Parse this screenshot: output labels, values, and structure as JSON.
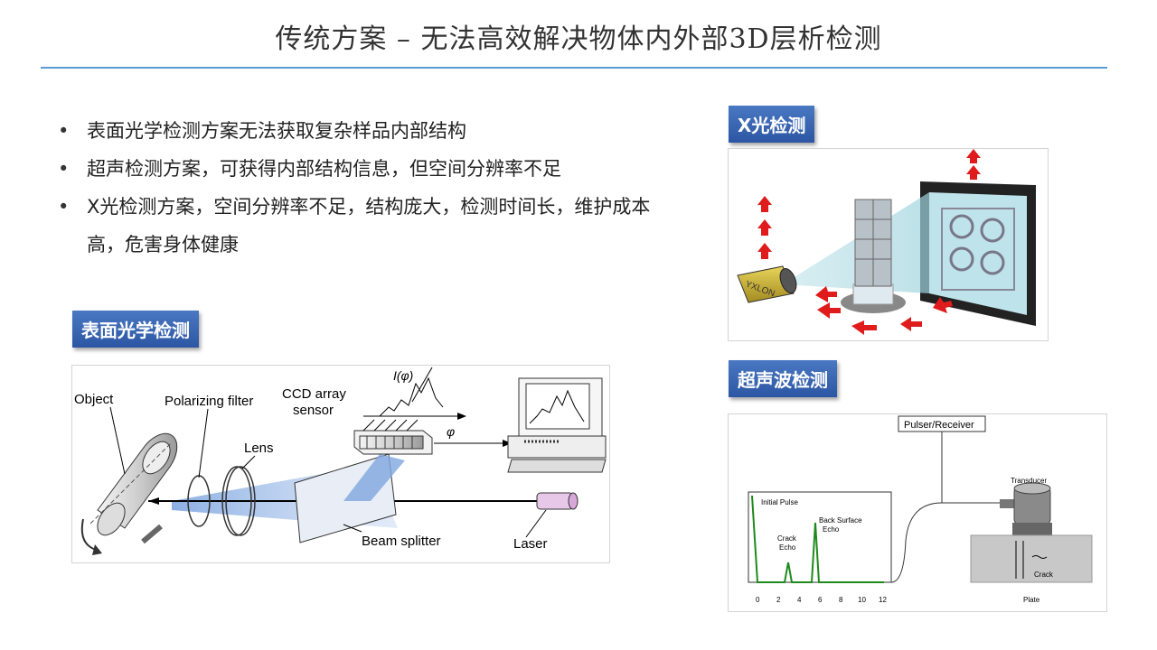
{
  "title": "传统方案 – 无法高效解决物体内外部3D层析检测",
  "bullets": [
    "表面光学检测方案无法获取复杂样品内部结构",
    "超声检测方案，可获得内部结构信息，但空间分辨率不足",
    "X光检测方案，空间分辨率不足，结构庞大，检测时间长，维护成本高，危害身体健康"
  ],
  "tags": {
    "optical": "表面光学检测",
    "xray": "X光检测",
    "ultrasound": "超声波检测"
  },
  "optical_diagram": {
    "object": "Object",
    "polarizing_filter": "Polarizing filter",
    "lens": "Lens",
    "ccd_line1": "CCD array",
    "ccd_line2": "sensor",
    "intensity": "I(φ)",
    "phi": "φ",
    "beam_splitter": "Beam splitter",
    "laser": "Laser"
  },
  "xray_diagram": {
    "tube_label": "YXLON"
  },
  "ultrasound_diagram": {
    "pulser": "Pulser/Receiver",
    "initial_pulse": "Initial Pulse",
    "crack_echo_1": "Crack",
    "crack_echo_2": "Echo",
    "back_echo_1": "Back Surface",
    "back_echo_2": "Echo",
    "transducer": "Transducer",
    "crack": "Crack",
    "plate": "Plate",
    "ticks": [
      "0",
      "2",
      "4",
      "6",
      "8",
      "10",
      "12"
    ]
  },
  "colors": {
    "accent": "#5b9bd5",
    "tag": "#2c56a3",
    "arrow": "#e01b1b",
    "trace": "#1e8a1e"
  }
}
